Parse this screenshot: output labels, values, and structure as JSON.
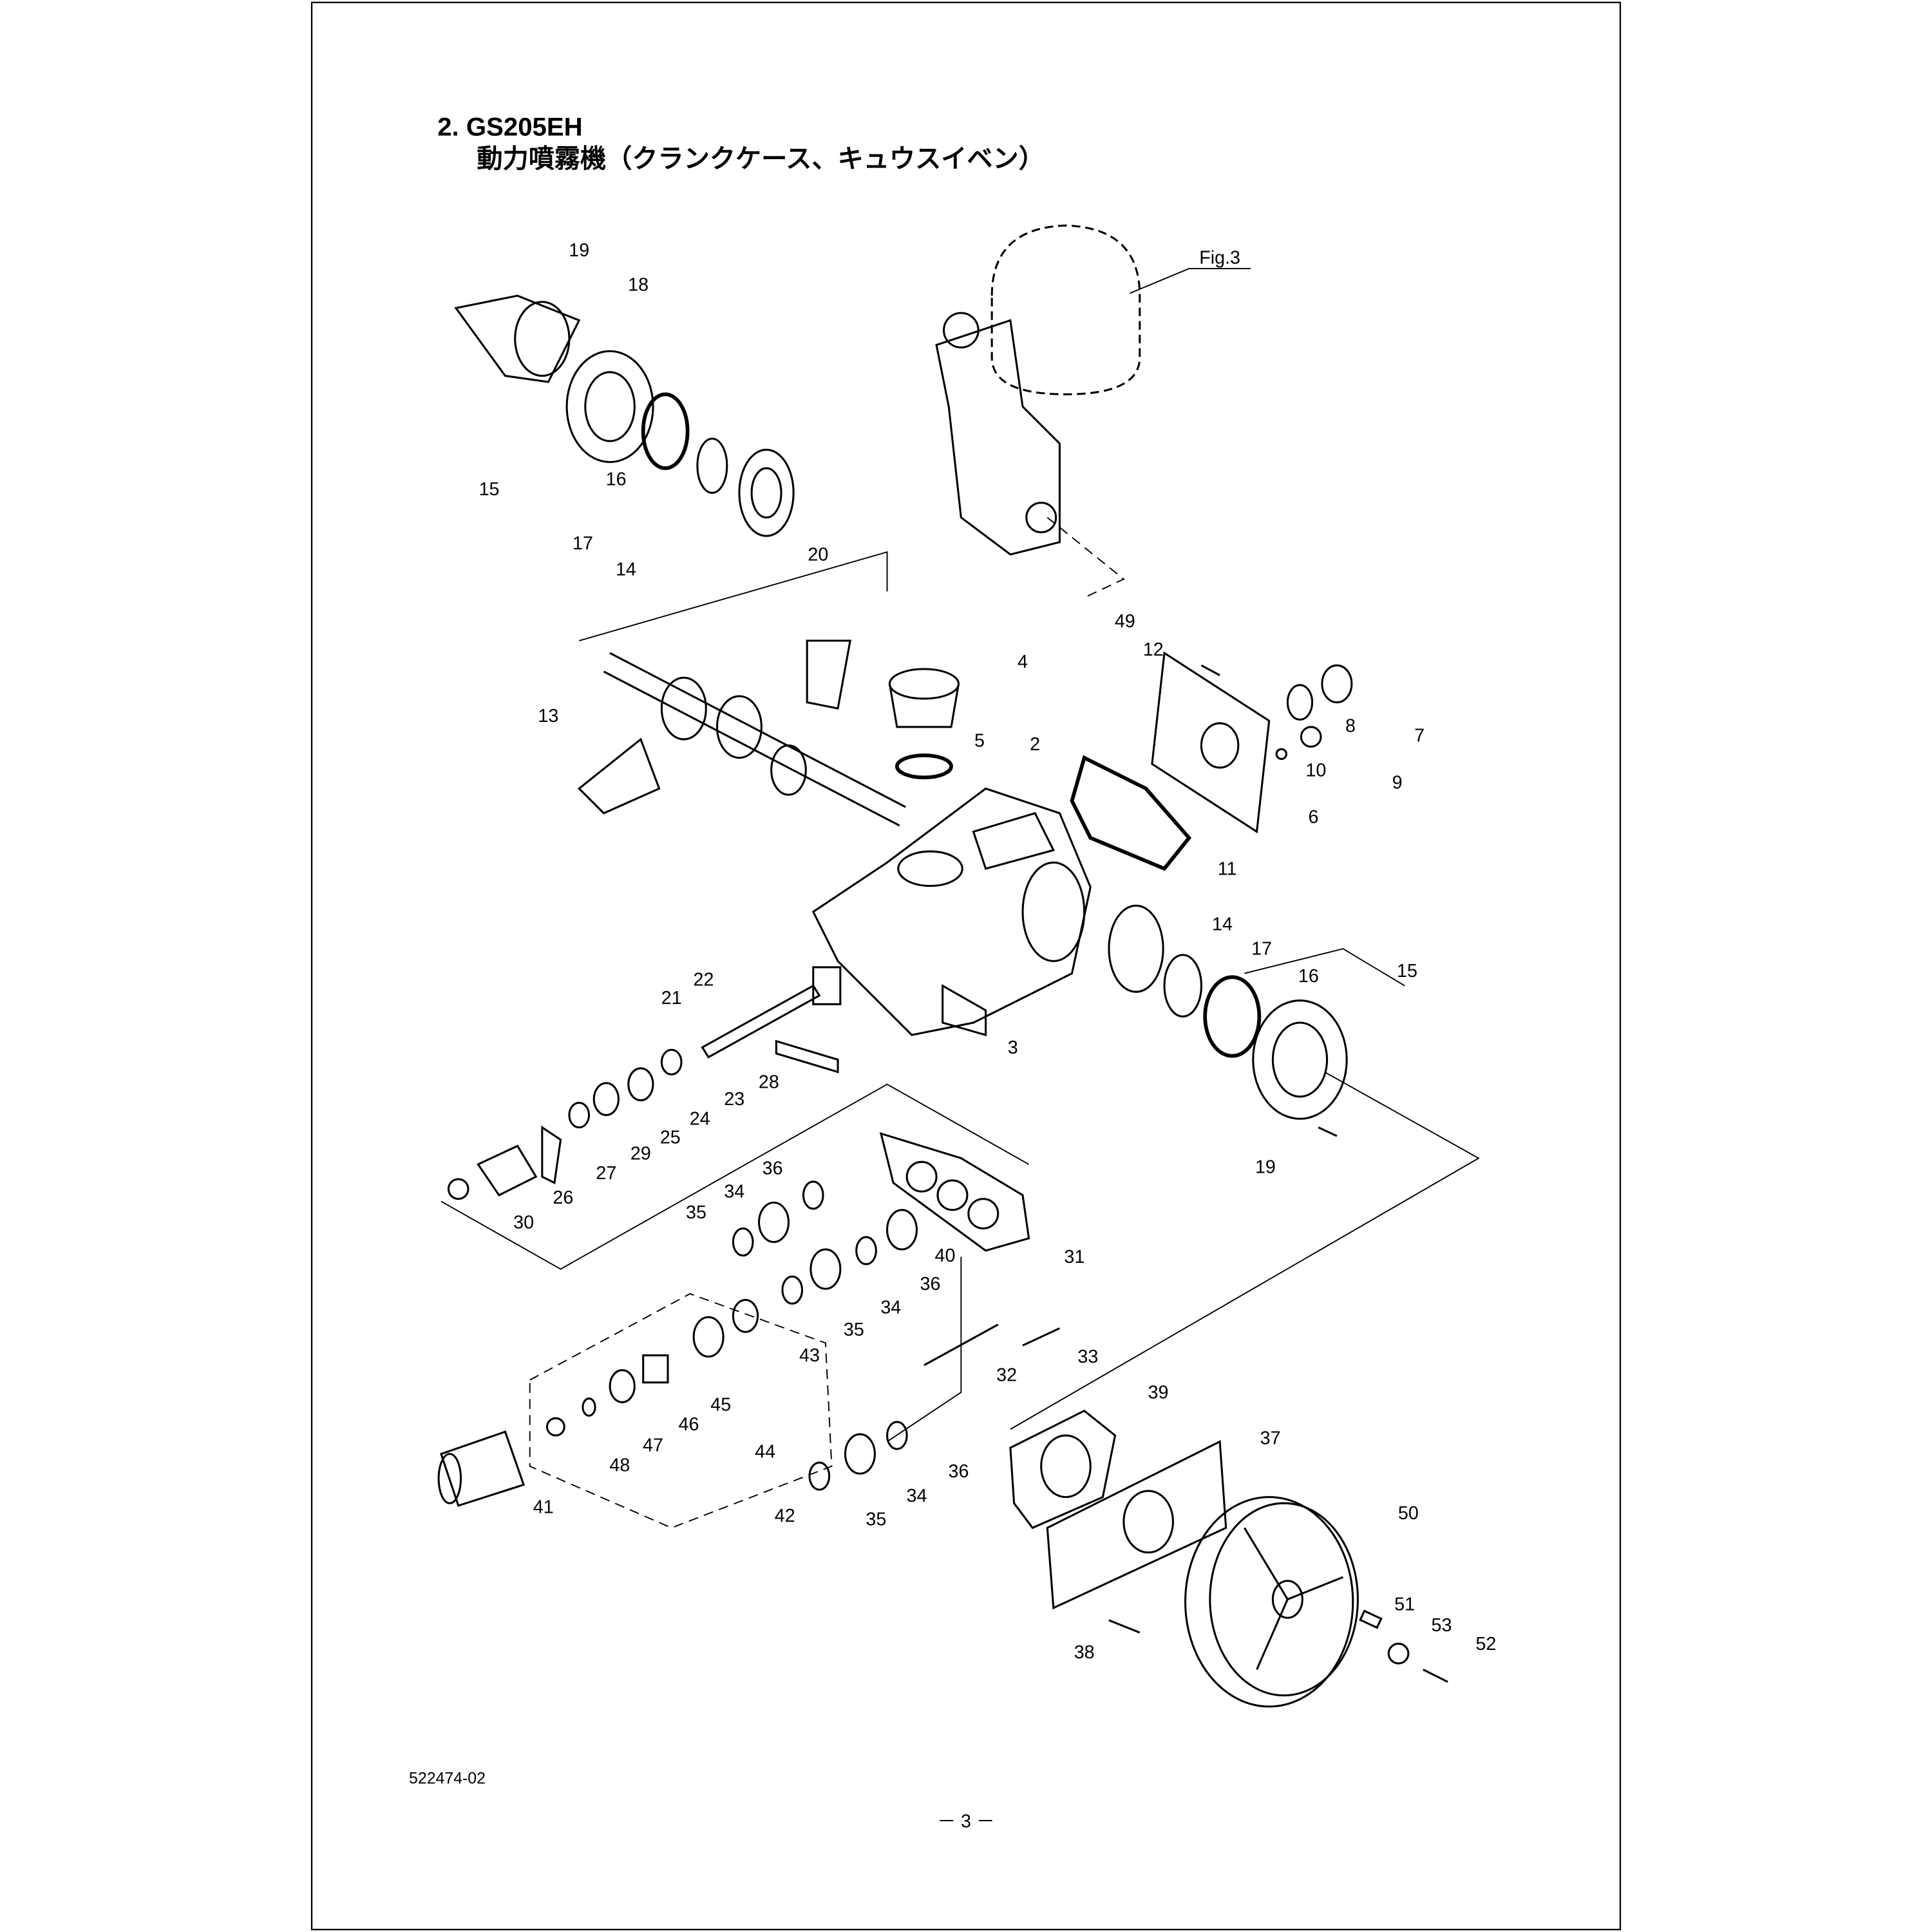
{
  "header": {
    "title_line1": "2. GS205EH",
    "title_line2": "動力噴霧機（クランクケース、キュウスイベン）"
  },
  "figure_ref": "Fig.3",
  "doc_number": "522474-02",
  "page_number": "－ 3 －",
  "labels": [
    "19",
    "18",
    "15",
    "16",
    "17",
    "14",
    "20",
    "13",
    "4",
    "5",
    "2",
    "12",
    "8",
    "7",
    "10",
    "9",
    "6",
    "11",
    "49",
    "14",
    "17",
    "16",
    "15",
    "22",
    "21",
    "3",
    "23",
    "28",
    "24",
    "25",
    "29",
    "27",
    "26",
    "30",
    "19",
    "36",
    "34",
    "35",
    "31",
    "40",
    "36",
    "34",
    "35",
    "43",
    "33",
    "32",
    "45",
    "46",
    "47",
    "44",
    "48",
    "39",
    "37",
    "36",
    "34",
    "35",
    "42",
    "41",
    "50",
    "51",
    "53",
    "52",
    "38"
  ]
}
